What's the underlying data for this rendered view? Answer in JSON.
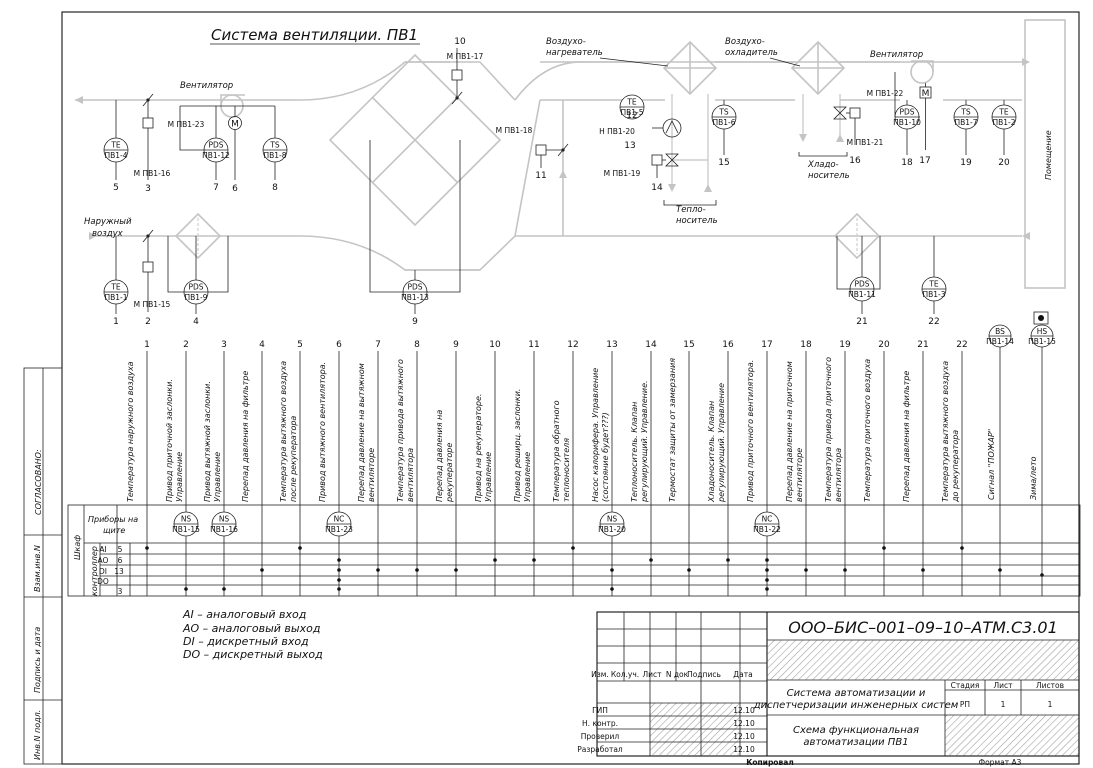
{
  "title": "Система вентиляции. ПВ1",
  "room_label": "Помещение",
  "equipment_labels": {
    "exhaust_fan": "Вентилятор",
    "supply_fan": "Вентилятор",
    "outdoor_air_1": "Наружный",
    "outdoor_air_2": "воздух",
    "heater_1": "Воздухо-",
    "heater_2": "нагреватель",
    "cooler_1": "Воздухо-",
    "cooler_2": "охладитель",
    "heat_carrier_1": "Тепло-",
    "heat_carrier_2": "носитель",
    "cold_carrier_1": "Хладо-",
    "cold_carrier_2": "носитель"
  },
  "motor_tags": {
    "exhaust_motor": "М ПВ1-23",
    "supply_motor": "М ПВ1-22",
    "damper_3": "М ПВ1-16",
    "damper_2": "М ПВ1-15",
    "damper_10": "М ПВ1-17",
    "damper_11": "М ПВ1-18",
    "pump_13": "Н ПВ1-20",
    "valve_14": "М ПВ1-19",
    "valve_16": "М ПВ1-21",
    "motor_letter": "M"
  },
  "instruments": [
    {
      "top": "TE",
      "bottom": "ПВ1-4",
      "num": "5"
    },
    {
      "top": "PDS",
      "bottom": "ПВ1-12",
      "num": "7"
    },
    {
      "top": "TS",
      "bottom": "ПВ1-8",
      "num": "8"
    },
    {
      "top": "TE",
      "bottom": "ПВ1-1",
      "num": "1"
    },
    {
      "top": "PDS",
      "bottom": "ПВ1-9",
      "num": "4"
    },
    {
      "top": "PDS",
      "bottom": "ПВ1-13",
      "num": "9"
    },
    {
      "top": "TE",
      "bottom": "ПВ1-5",
      "num": "12"
    },
    {
      "top": "TS",
      "bottom": "ПВ1-6",
      "num": "15"
    },
    {
      "top": "PDS",
      "bottom": "ПВ1-10",
      "num": "18"
    },
    {
      "top": "TS",
      "bottom": "ПВ1-7",
      "num": "19"
    },
    {
      "top": "TE",
      "bottom": "ПВ1-2",
      "num": "20"
    },
    {
      "top": "PDS",
      "bottom": "ПВ1-11",
      "num": "21"
    },
    {
      "top": "TE",
      "bottom": "ПВ1-3",
      "num": "22"
    }
  ],
  "device_numbers": {
    "n2": "2",
    "n3": "3",
    "n6": "6",
    "n10": "10",
    "n11": "11",
    "n13": "13",
    "n14": "14",
    "n16": "16",
    "n17": "17"
  },
  "signal_columns": [
    {
      "num": "1",
      "label": "Температура наружного воздуха"
    },
    {
      "num": "2",
      "label": "Привод приточной заслонки. Управление"
    },
    {
      "num": "3",
      "label": "Привод вытяжной заслонки. Управление"
    },
    {
      "num": "4",
      "label": "Перепад давления на фильтре"
    },
    {
      "num": "5",
      "label": "Температура вытяжного воздуха после рекуператора"
    },
    {
      "num": "6",
      "label": "Привод вытяжного вентилятора."
    },
    {
      "num": "7",
      "label": "Перепад давление на вытяжном вентиляторе"
    },
    {
      "num": "8",
      "label": "Температура привода вытяжного вентилятора"
    },
    {
      "num": "9",
      "label": "Перепад давления на рекуператоре"
    },
    {
      "num": "10",
      "label": "Привод на рекуператоре. Управление"
    },
    {
      "num": "11",
      "label": "Привод реширц. заслонки. Управление"
    },
    {
      "num": "12",
      "label": "Температура обратного теплоносителя"
    },
    {
      "num": "13",
      "label": "Насос калорифера. Управление (состояние будет???)"
    },
    {
      "num": "14",
      "label": "Теплоноситель. Клапан регулирующий. Управление."
    },
    {
      "num": "15",
      "label": "Термостат защиты от замерзания"
    },
    {
      "num": "16",
      "label": "Хладоноситель. Клапан регулирующий. Управление"
    },
    {
      "num": "17",
      "label": "Привод приточного вентилятора."
    },
    {
      "num": "18",
      "label": "Перепад давление на приточном вентиляторе"
    },
    {
      "num": "19",
      "label": "Температура привода приточного вентилятора"
    },
    {
      "num": "20",
      "label": "Температура приточного воздуха"
    },
    {
      "num": "21",
      "label": "Перепад давления на фильтре"
    },
    {
      "num": "22",
      "label": "Температура вытяжного воздуха до рекуператора"
    }
  ],
  "extra_signals": [
    {
      "label": "Сигнал \"ПОЖАР\"",
      "top": "BS",
      "bottom": "ПВ1-14"
    },
    {
      "label": "Зима/лето",
      "top": "HS",
      "bottom": "ПВ1-15"
    }
  ],
  "panel_devices": [
    {
      "top": "NS",
      "bottom": "ПВ1-15"
    },
    {
      "top": "NS",
      "bottom": "ПВ1-16"
    },
    {
      "top": "NC",
      "bottom": "ПВ1-23"
    },
    {
      "top": "NS",
      "bottom": "ПВ1-20"
    },
    {
      "top": "NC",
      "bottom": "ПВ1-22"
    }
  ],
  "io_table": {
    "panel_devices_label_1": "Приборы на",
    "panel_devices_label_2": "щите",
    "cabinet_label": "Шкаф",
    "controller_label": "контроллер",
    "rows": [
      {
        "type": "AI",
        "count": "5"
      },
      {
        "type": "AO",
        "count": "6"
      },
      {
        "type": "DI",
        "count": "13"
      },
      {
        "type": "DO",
        "count": "3"
      }
    ]
  },
  "legend": [
    "AI – аналоговый вход",
    "AO – аналоговый выход",
    "DI – дискретный вход",
    "DO – дискретный выход"
  ],
  "left_margin": {
    "approved": "СОГЛАСОВАНО:",
    "inv_replace": "Взам.инв.N",
    "sign_date": "Подпись и дата",
    "inv_orig": "Инв.N подл."
  },
  "title_block": {
    "code": "ООО–БИС–001–09–10–АТМ.С3.01",
    "headers": [
      "Изм.",
      "Кол.уч.",
      "Лист",
      "N док",
      "Подпись",
      "Дата"
    ],
    "project": "Система автоматизации и диспетчеризации инженерных систем",
    "project_line1": "Система автоматизации и",
    "project_line2": "диспетчеризации инженерных систем",
    "stage_label": "Стадия",
    "sheet_label": "Лист",
    "sheets_label": "Листов",
    "stage": "РП",
    "sheet": "1",
    "sheets": "1",
    "drawing_line1": "Схема функциональная",
    "drawing_line2": "автоматизации ПВ1",
    "roles": [
      {
        "role": "ГИП",
        "date": "12.10"
      },
      {
        "role": "Н. контр.",
        "date": "12.10"
      },
      {
        "role": "Проверил",
        "date": "12.10"
      },
      {
        "role": "Разработал",
        "date": "12.10"
      }
    ],
    "copied": "Копировал",
    "format": "Формат А3"
  }
}
